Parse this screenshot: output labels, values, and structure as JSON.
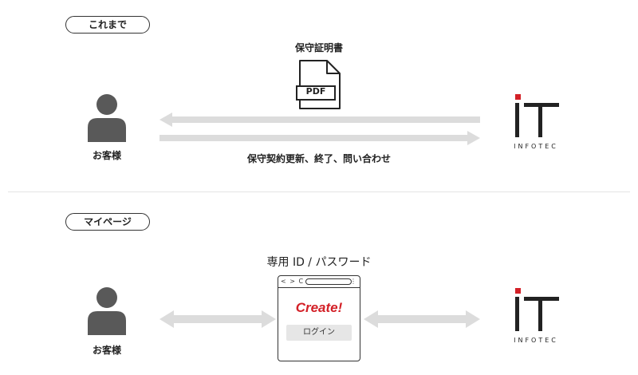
{
  "colors": {
    "arrow": "#dcdcdc",
    "person": "#595959",
    "accent": "#d32027",
    "ink": "#222222"
  },
  "icons": {
    "person": "person-silhouette-icon",
    "pdf": "pdf-document-icon",
    "logo": "infotec-logo-icon",
    "browser": "browser-window-icon"
  },
  "before": {
    "badge": "これまで",
    "document_caption": "保守証明書",
    "pdf_label": "PDF",
    "customer_label": "お客様",
    "flow_caption": "保守契約更新、終了、問い合わせ",
    "company_name": "INFOTEC"
  },
  "after": {
    "badge": "マイページ",
    "credentials_caption": "専用 ID / パスワード",
    "customer_label": "お客様",
    "browser": {
      "nav": "< > C",
      "menu": "⋮",
      "brand": "Create!",
      "login_button": "ログイン"
    },
    "company_name": "INFOTEC"
  }
}
